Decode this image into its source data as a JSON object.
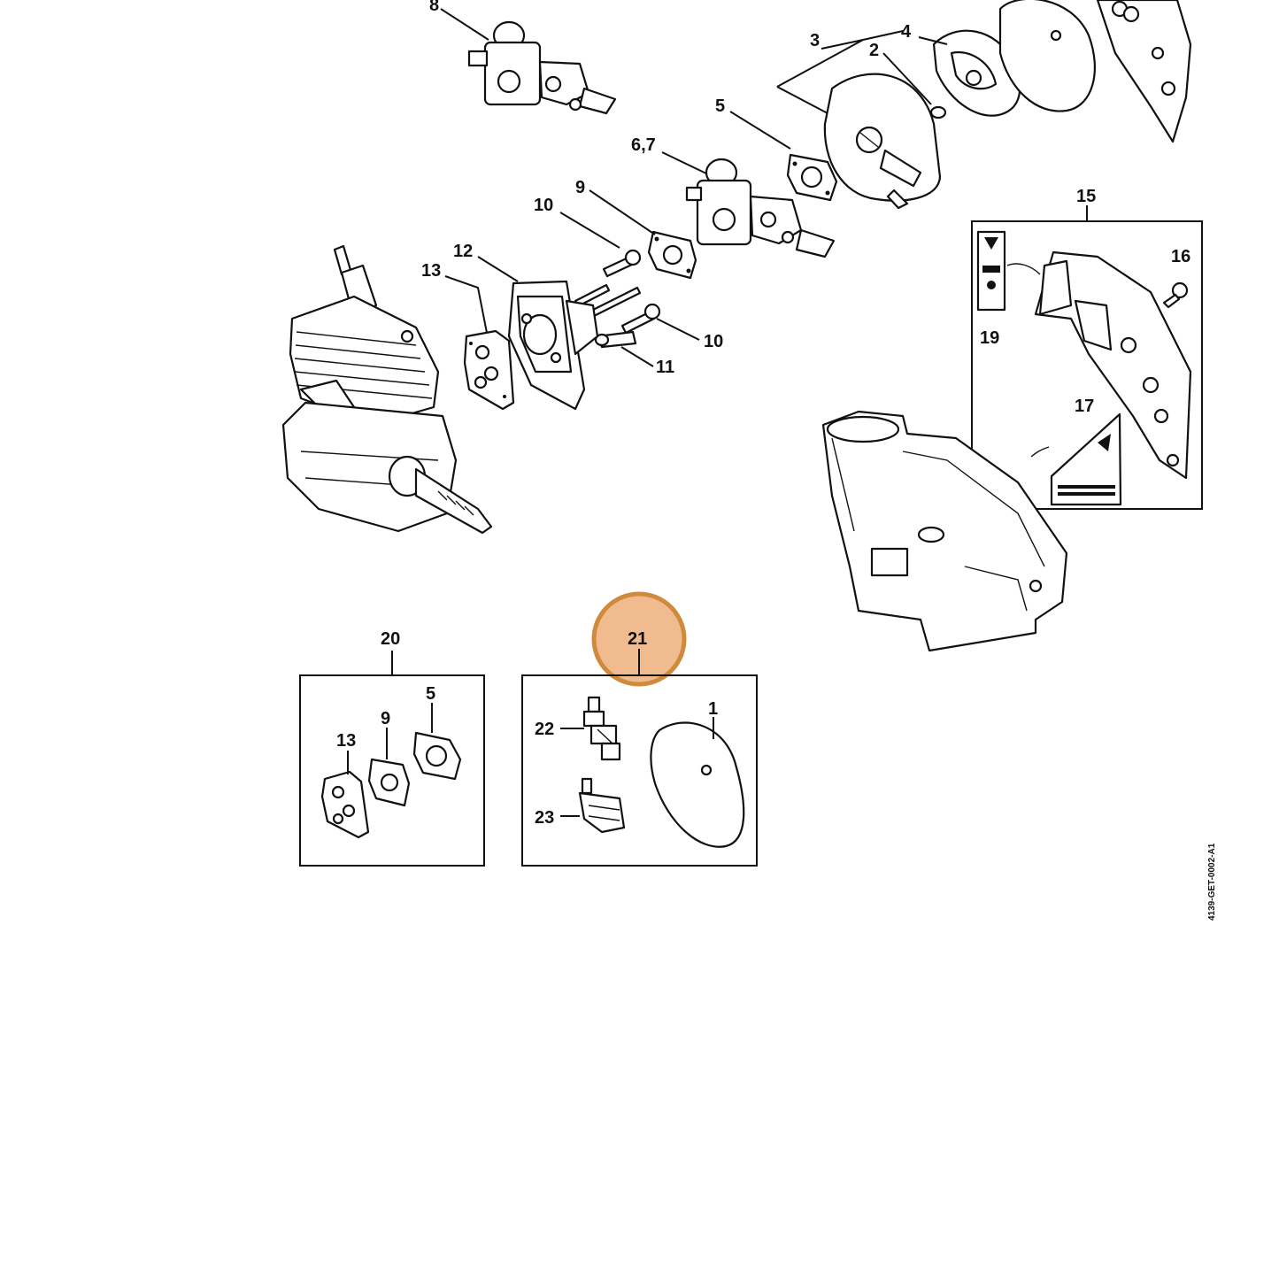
{
  "callouts": [
    {
      "id": "c8",
      "text": "8"
    },
    {
      "id": "c3",
      "text": "3"
    },
    {
      "id": "c4",
      "text": "4"
    },
    {
      "id": "c2",
      "text": "2"
    },
    {
      "id": "c5",
      "text": "5"
    },
    {
      "id": "c67",
      "text": "6,7"
    },
    {
      "id": "c9",
      "text": "9"
    },
    {
      "id": "c10a",
      "text": "10"
    },
    {
      "id": "c12",
      "text": "12"
    },
    {
      "id": "c13",
      "text": "13"
    },
    {
      "id": "c10b",
      "text": "10"
    },
    {
      "id": "c11",
      "text": "11"
    },
    {
      "id": "c15",
      "text": "15"
    },
    {
      "id": "c16",
      "text": "16"
    },
    {
      "id": "c19",
      "text": "19"
    },
    {
      "id": "c17",
      "text": "17"
    },
    {
      "id": "c20",
      "text": "20"
    },
    {
      "id": "c21",
      "text": "21"
    },
    {
      "id": "c5b",
      "text": "5"
    },
    {
      "id": "c9b",
      "text": "9"
    },
    {
      "id": "c13b",
      "text": "13"
    },
    {
      "id": "c1",
      "text": "1"
    },
    {
      "id": "c22",
      "text": "22"
    },
    {
      "id": "c23",
      "text": "23"
    }
  ],
  "highlight": {
    "callout": "21",
    "color": "#d08a3c"
  },
  "drawing_reference": "4139-GET-0002-A1"
}
